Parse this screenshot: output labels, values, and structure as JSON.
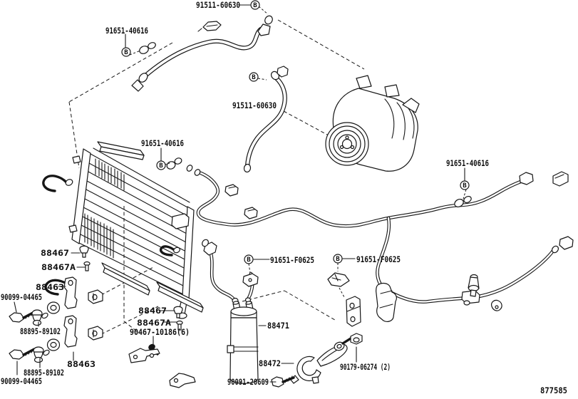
{
  "diagram_number": "877585",
  "bolt_marker": "B",
  "labels": [
    {
      "id": "hose-discharge",
      "text": "91511-60630"
    },
    {
      "id": "clip-top-left",
      "text": "91651-40616"
    },
    {
      "id": "hose-suction",
      "text": "91511-60630"
    },
    {
      "id": "clip-mid-left",
      "text": "91651-40616"
    },
    {
      "id": "clip-right",
      "text": "91651-40616"
    },
    {
      "id": "clamp-f0625-left",
      "text": "91651-F0625"
    },
    {
      "id": "clamp-f0625-right",
      "text": "91651-F0625"
    },
    {
      "id": "clip-88467-left",
      "text": "88467"
    },
    {
      "id": "screw-88467a-left",
      "text": "88467A"
    },
    {
      "id": "bracket-88463-upper",
      "text": "88463"
    },
    {
      "id": "bolt-90099-upper",
      "text": "90099-04465"
    },
    {
      "id": "grommet-88895-upper",
      "text": "88895-89102"
    },
    {
      "id": "clip-88467-mid",
      "text": "88467"
    },
    {
      "id": "screw-88467a-mid",
      "text": "88467A"
    },
    {
      "id": "clip-90467",
      "text": "90467-10186(6)"
    },
    {
      "id": "bracket-88463-lower",
      "text": "88463"
    },
    {
      "id": "grommet-88895-lower",
      "text": "88895-89102"
    },
    {
      "id": "bolt-90099-lower",
      "text": "90099-04465"
    },
    {
      "id": "receiver-drier",
      "text": "88471"
    },
    {
      "id": "bracket-88472",
      "text": "88472"
    },
    {
      "id": "bolt-90091",
      "text": "90091-20609"
    },
    {
      "id": "nut-90179",
      "text": "90179-06274 (2)"
    }
  ]
}
